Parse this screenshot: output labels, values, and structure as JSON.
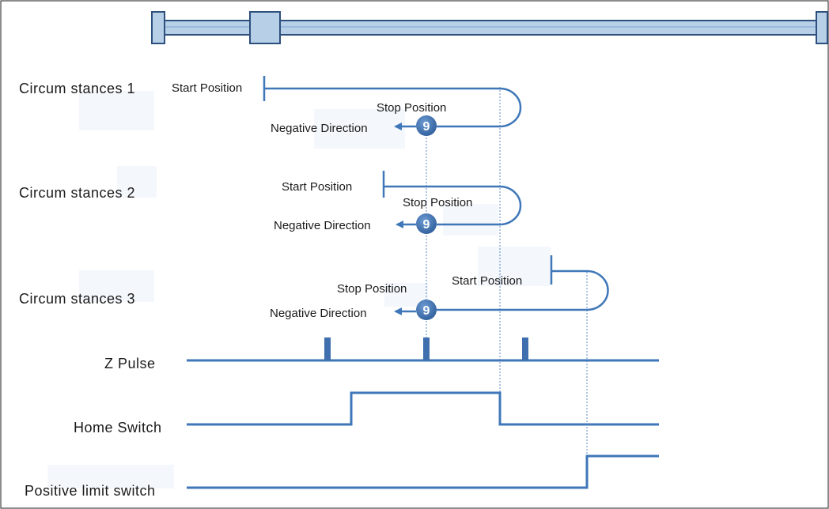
{
  "rows": {
    "row1": {
      "label": "Circum stances 1",
      "start": "Start Position",
      "stop": "Stop Position",
      "direction": "Negative Direction",
      "marker": "9"
    },
    "row2": {
      "label": "Circum stances 2",
      "start": "Start Position",
      "stop": "Stop Position",
      "direction": "Negative Direction",
      "marker": "9"
    },
    "row3": {
      "label": "Circum stances 3",
      "start": "Start Position",
      "stop": "Stop Position",
      "direction": "Negative Direction",
      "marker": "9"
    }
  },
  "signals": {
    "zpulse": "Z Pulse",
    "home": "Home Switch",
    "limit": "Positive limit switch"
  },
  "colors": {
    "line": "#3f77b8",
    "rail": "#b8cfe8",
    "marker": "#2f5f9c",
    "border": "#1a1a1a"
  }
}
